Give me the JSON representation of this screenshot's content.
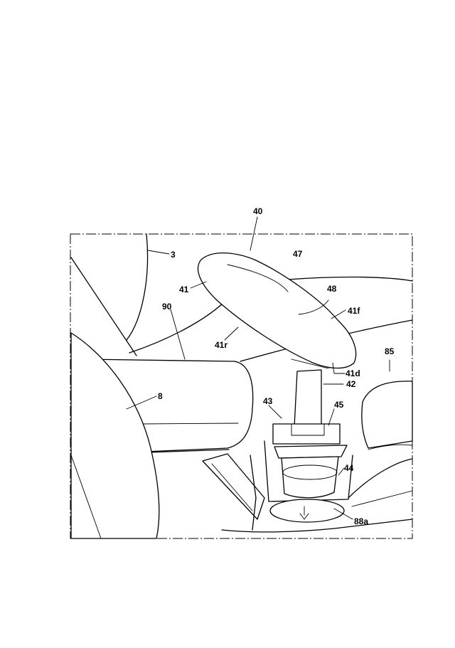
{
  "labels": {
    "l40": "40",
    "l3": "3",
    "l47": "47",
    "l41": "41",
    "l48": "48",
    "l90": "90",
    "l41f": "41f",
    "l41r": "41r",
    "l85": "85",
    "l41d": "41d",
    "l42": "42",
    "l8": "8",
    "l43": "43",
    "l45": "45",
    "l44": "44",
    "l88a": "88a"
  }
}
